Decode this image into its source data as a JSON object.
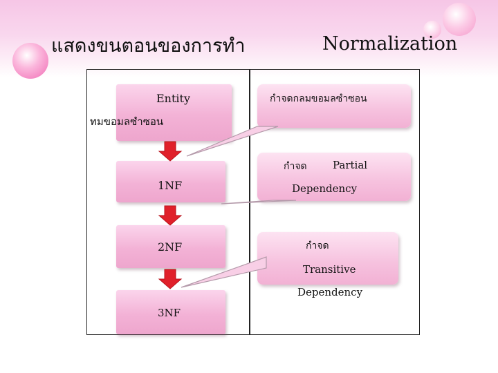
{
  "slide": {
    "title_thai": "แสดงขนตอนของการทำ",
    "title_en": "Normalization"
  },
  "steps": {
    "entity": "Entity",
    "repeat_data": "ทมขอมลซำซอน",
    "nf1": "1NF",
    "nf2": "2NF",
    "nf3": "3NF"
  },
  "callouts": {
    "remove_repeat_group": "กำจดกลมขอมลซำซอน",
    "remove_prefix_partial": "กำจด",
    "partial": "Partial",
    "dependency_partial": "Dependency",
    "remove_prefix_transitive": "กำจด",
    "transitive": "Transitive",
    "dependency_transitive": "Dependency"
  },
  "colors": {
    "banner_pink": "#f6c6e6",
    "box_pink": "#f3b2d6",
    "arrow_red": "#e0202a"
  }
}
